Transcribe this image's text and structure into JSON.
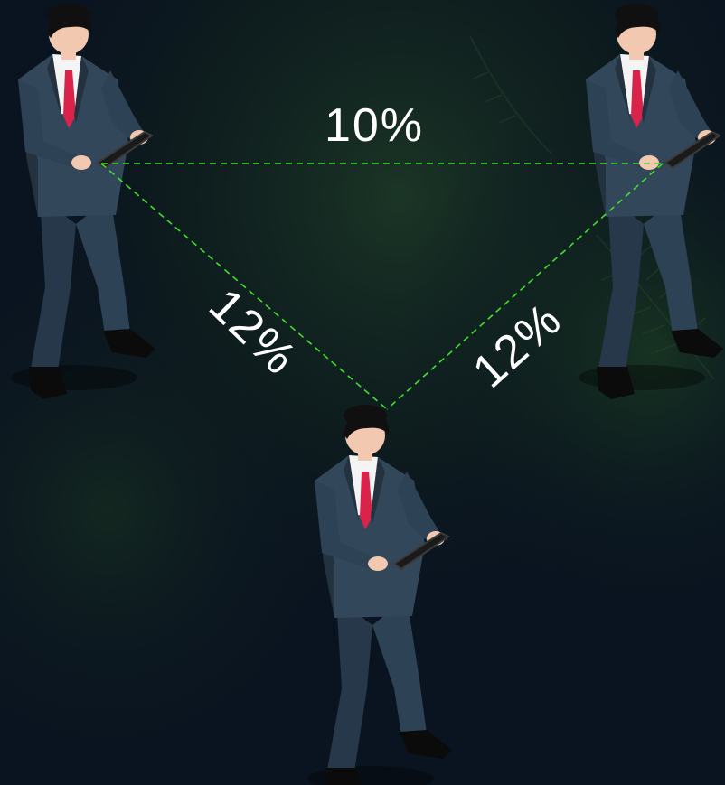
{
  "colors": {
    "background": "#0b1722",
    "foliage": "#1c3a24",
    "connector": "#3ee02a",
    "suit": "#33475a",
    "suit_shadow": "#24323f",
    "shirt": "#f4f4f4",
    "tie": "#d9234a",
    "hair": "#101010",
    "skin": "#f2c9b0",
    "shoe": "#0b0b0b",
    "tablet": "#1a1a1a",
    "label_text": "#ffffff"
  },
  "people": [
    {
      "id": "top-left",
      "icon": "businessman-with-tablet-icon"
    },
    {
      "id": "top-right",
      "icon": "businessman-with-tablet-icon"
    },
    {
      "id": "bottom",
      "icon": "businessman-with-tablet-icon"
    }
  ],
  "connections": [
    {
      "from": "top-left",
      "to": "top-right",
      "value": "10%"
    },
    {
      "from": "top-left",
      "to": "bottom",
      "value": "12%"
    },
    {
      "from": "top-right",
      "to": "bottom",
      "value": "12%"
    }
  ]
}
